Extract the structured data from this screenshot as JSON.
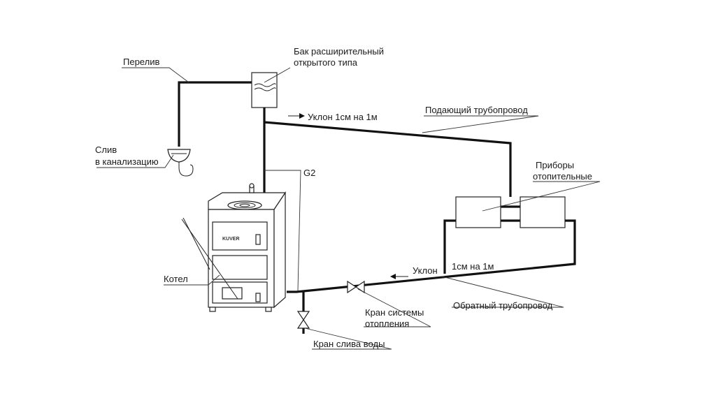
{
  "labels": {
    "overflow": "Перелив",
    "tank_line1": "Бак расширительный",
    "tank_line2": "открытого типа",
    "slope_supply": "Уклон 1см на 1м",
    "supply_pipe": "Подающий трубопровод",
    "drain_line1": "Слив",
    "drain_line2": "в канализацию",
    "g2": "G2",
    "radiators_line1": "Приборы",
    "radiators_line2": "отопительные",
    "boiler": "Котел",
    "slope_return_a": "Уклон",
    "slope_return_b": "1см на 1м",
    "return_pipe": "Обратный трубопровод",
    "valve_line1": "Кран системы",
    "valve_line2": "отопления",
    "drain_valve": "Кран слива воды",
    "boiler_brand": "KUVER"
  }
}
